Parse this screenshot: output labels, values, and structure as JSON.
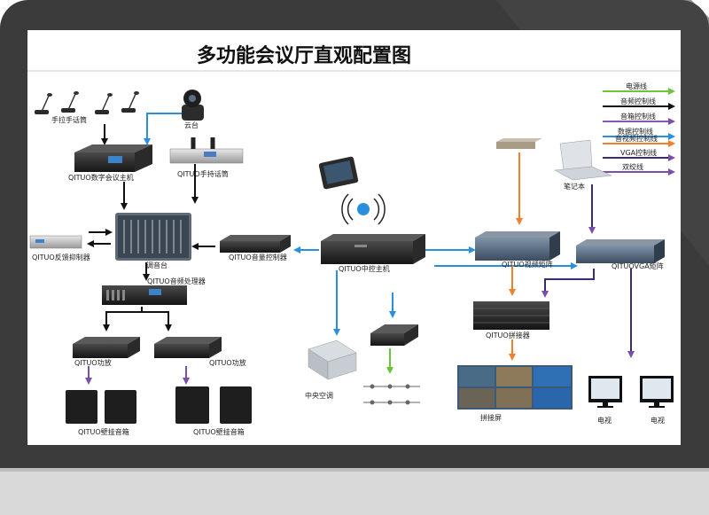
{
  "title": "多功能会议厅直观配置图",
  "legend": [
    {
      "label": "电源线",
      "color": "#6cc43a"
    },
    {
      "label": "音频控制线",
      "color": "#111111"
    },
    {
      "label": "音箱控制线",
      "color": "#8b55b5"
    },
    {
      "label": "数据控制线",
      "color": "#2b8fe0"
    },
    {
      "label": "音视频控制线",
      "color": "#f07f2e"
    },
    {
      "label": "VGA控制线",
      "color": "#3a2a7a"
    },
    {
      "label": "双绞线",
      "color": "#7a4fa8"
    }
  ],
  "devices": {
    "mic": "手拉手话筒",
    "ptz": "云台",
    "host": "QITUO数字会议主机",
    "handheld": "QITUO手持话筒",
    "feedback": "QITUO反馈抑制器",
    "mixer": "调音台",
    "volume": "QITUO音量控制器",
    "central": "QITUO中控主机",
    "video_matrix": "QITUO视频矩阵",
    "vga_matrix": "QITUOVGA矩阵",
    "laptop": "笔记本",
    "processor": "QITUO音频处理器",
    "amp1": "QITUO功放",
    "amp2": "QITUO功放",
    "speaker1": "QITUO壁挂音箱",
    "speaker2": "QITUO壁挂音箱",
    "ac": "中央空调",
    "splicer": "QITUO拼接器",
    "splice_screen": "拼接屏",
    "tv1": "电视",
    "tv2": "电视"
  }
}
